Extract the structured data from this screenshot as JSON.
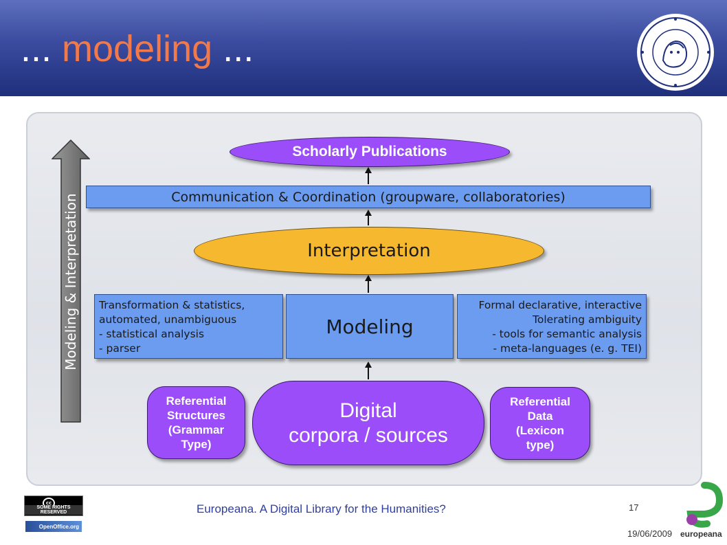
{
  "slide": {
    "title_prefix": "...",
    "title_main": "modeling",
    "title_suffix": "...",
    "footer_text": "Europeana. A Digital Library for the Humanities?",
    "page_number": "17",
    "date": "19/06/2009"
  },
  "diagram": {
    "vertical_label": "Modeling & Interpretation",
    "top_node": "Scholarly Publications",
    "communication_node": "Communication & Coordination (groupware, collaboratories)",
    "interpretation_node": "Interpretation",
    "modeling_node": "Modeling",
    "left_box_lines": [
      "Transformation & statistics,",
      "automated, unambiguous",
      "- statistical analysis",
      "- parser"
    ],
    "right_box_lines": [
      "Formal declarative, interactive",
      "Tolerating ambiguity",
      "- tools for semantic analysis",
      "- meta-languages (e. g. TEI)"
    ],
    "left_pill_lines": [
      "Referential",
      "Structures",
      "(Grammar",
      "Type)"
    ],
    "center_pill_lines": [
      "Digital",
      "corpora / sources"
    ],
    "right_pill_lines": [
      "Referential",
      "Data",
      "(Lexicon",
      "type)"
    ]
  },
  "logos": {
    "license_text": "SOME RIGHTS RESERVED",
    "license_mark": "cc",
    "office_text": "OpenOffice.org",
    "europeana_text": "europeana"
  },
  "colors": {
    "header_blue": "#3a4a9e",
    "title_accent": "#f27a4a",
    "purple": "#9b4dfa",
    "blue_box": "#6b9cf0",
    "gold": "#f5b82e",
    "footer_blue": "#2f3fa0"
  }
}
